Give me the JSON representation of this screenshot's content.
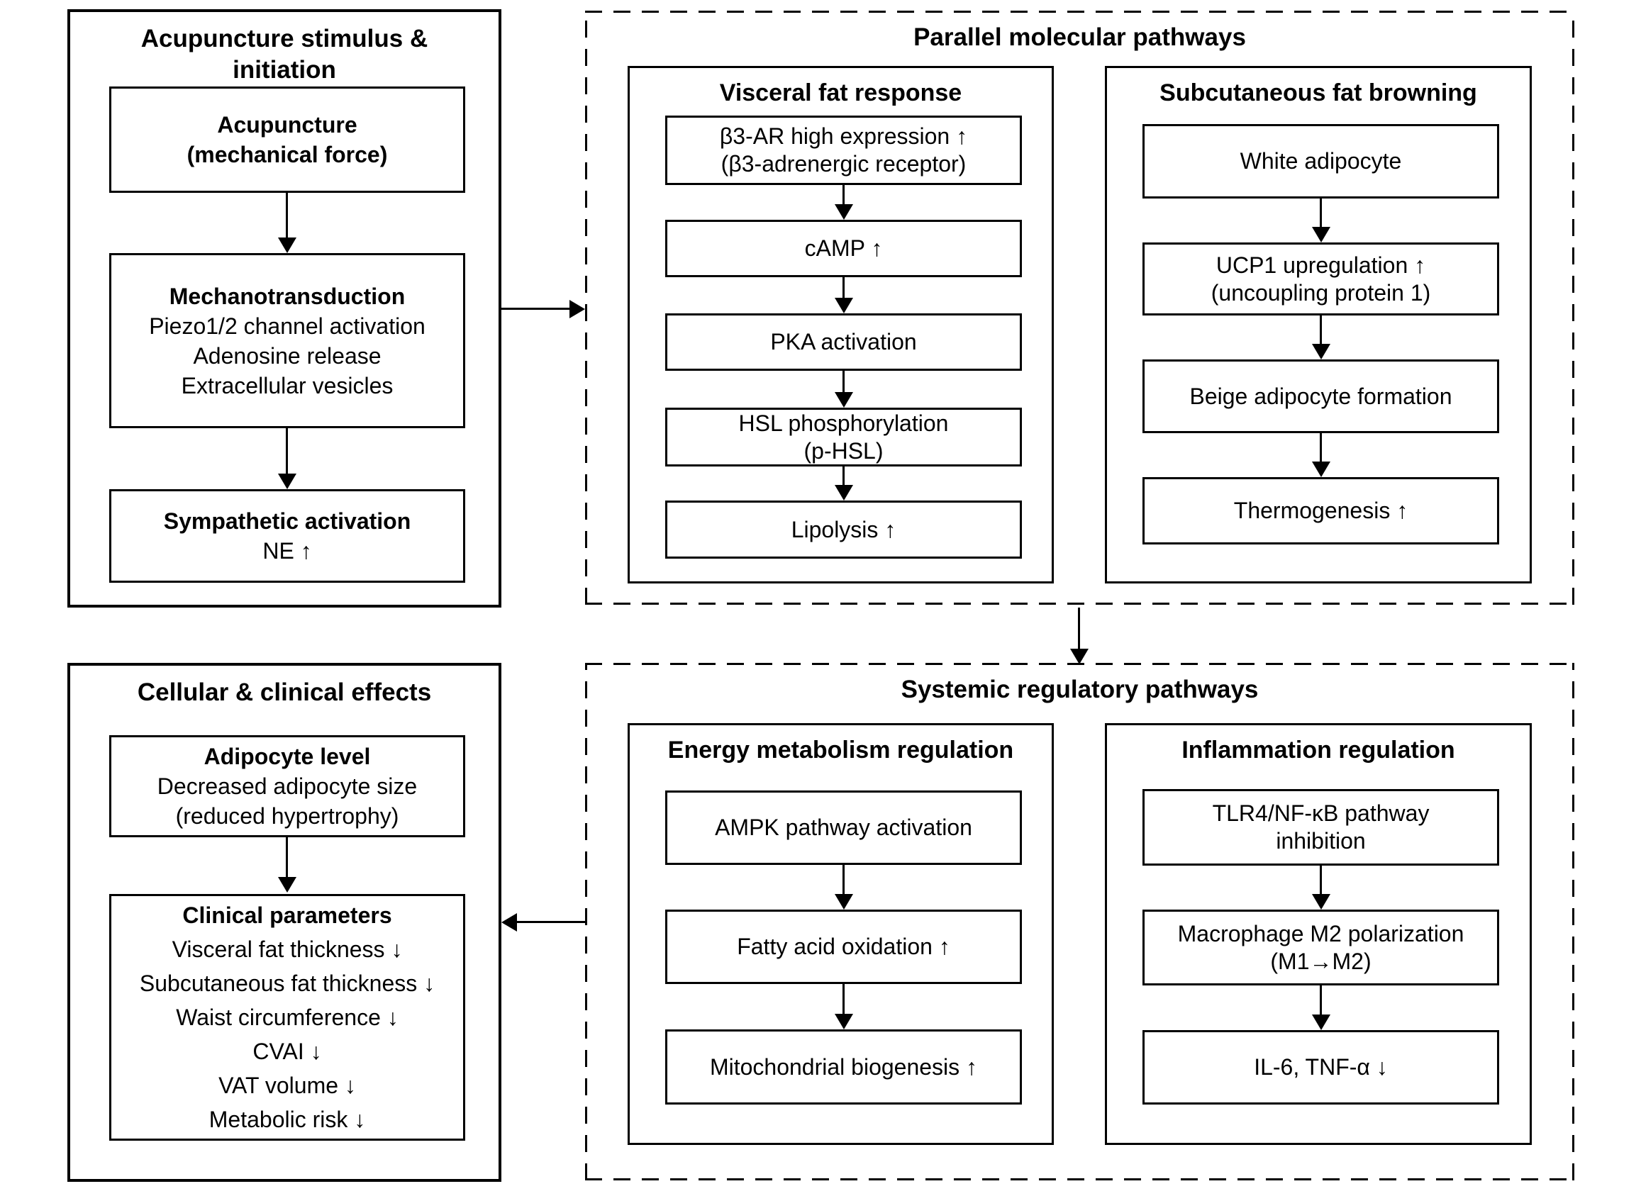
{
  "colors": {
    "background": "#ffffff",
    "ink": "#000000"
  },
  "panels": {
    "initiation": {
      "title": "Acupuncture stimulus & initiation",
      "acupuncture": {
        "line1": "Acupuncture",
        "line2": "(mechanical force)"
      },
      "mechanotransduction": {
        "title": "Mechanotransduction",
        "lines": [
          "Piezo1/2 channel activation",
          "Adenosine release",
          "Extracellular vesicles"
        ]
      },
      "sympathetic": {
        "title": "Sympathetic activation",
        "lines": [
          "NE ↑"
        ]
      }
    },
    "parallel": {
      "title": "Parallel molecular pathways",
      "visceral": {
        "title": "Visceral fat response",
        "steps": [
          [
            "β3-AR high expression ↑",
            "(β3-adrenergic receptor)"
          ],
          [
            "cAMP ↑"
          ],
          [
            "PKA activation"
          ],
          [
            "HSL phosphorylation",
            "(p-HSL)"
          ],
          [
            "Lipolysis ↑"
          ]
        ]
      },
      "browning": {
        "title": "Subcutaneous fat browning",
        "steps": [
          [
            "White adipocyte"
          ],
          [
            "UCP1 upregulation ↑",
            "(uncoupling protein 1)"
          ],
          [
            "Beige adipocyte formation"
          ],
          [
            "Thermogenesis ↑"
          ]
        ]
      }
    },
    "effects": {
      "title": "Cellular & clinical effects",
      "adipocyte": {
        "title": "Adipocyte level",
        "lines": [
          "Decreased adipocyte size",
          "(reduced hypertrophy)"
        ]
      },
      "clinical": {
        "title": "Clinical parameters",
        "lines": [
          "Visceral fat thickness ↓",
          "Subcutaneous fat thickness ↓",
          "Waist circumference ↓",
          "CVAI ↓",
          "VAT volume ↓",
          "Metabolic risk ↓"
        ]
      }
    },
    "systemic": {
      "title": "Systemic regulatory pathways",
      "energy": {
        "title": "Energy metabolism regulation",
        "steps": [
          [
            "AMPK pathway activation"
          ],
          [
            "Fatty acid oxidation ↑"
          ],
          [
            "Mitochondrial biogenesis ↑"
          ]
        ]
      },
      "inflammation": {
        "title": "Inflammation regulation",
        "steps": [
          [
            "TLR4/NF-κB pathway",
            "inhibition"
          ],
          [
            "Macrophage M2 polarization",
            "(M1→M2)"
          ],
          [
            "IL-6, TNF-α ↓"
          ]
        ]
      }
    }
  }
}
